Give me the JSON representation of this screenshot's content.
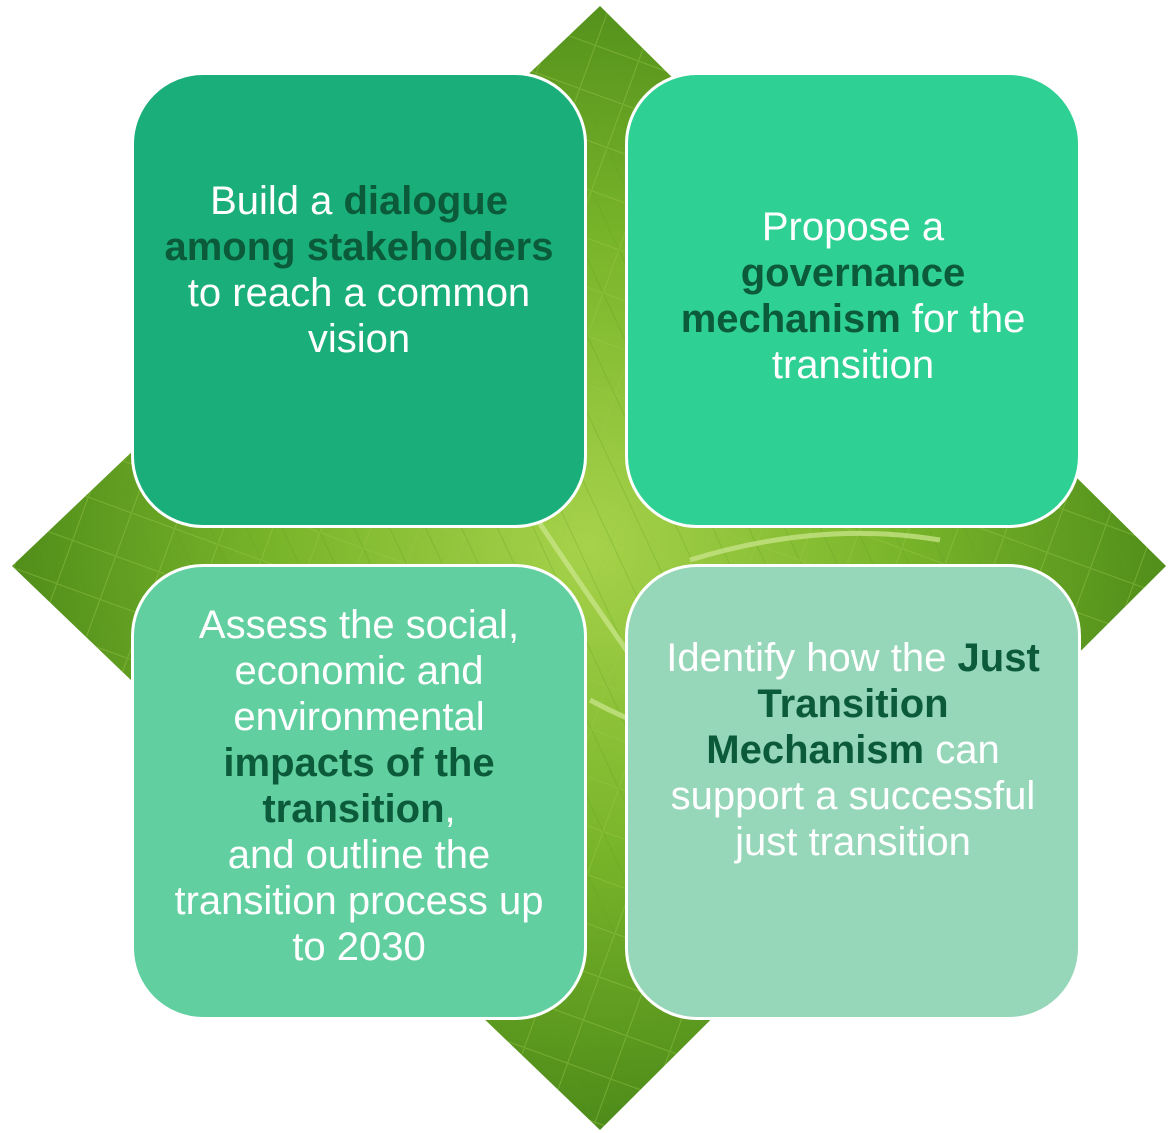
{
  "colors": {
    "card_1": "#1aaf7a",
    "card_2": "#2fd093",
    "card_3": "#62cfa0",
    "card_4": "#96d6b9",
    "emphasis_text": "#0b5a3a",
    "leaf": "#6fae1e"
  },
  "background": {
    "icon": "leaf-background"
  },
  "cards": {
    "dialogue": {
      "t1": "Build a ",
      "b1": "dialogue among stakeholders",
      "t2": " to reach a common vision"
    },
    "governance": {
      "t1": "Propose a ",
      "b1": "governance mechanism",
      "t2": " for the transition"
    },
    "impacts": {
      "t1": "Assess the social, economic and environmental ",
      "b1": "impacts of the transition",
      "t2": ",",
      "t3": "and outline the transition process up to 2030"
    },
    "jtm": {
      "t1": "Identify how the ",
      "b1": "Just Transition Mechanism",
      "t2": " can support a successful just transition"
    }
  }
}
